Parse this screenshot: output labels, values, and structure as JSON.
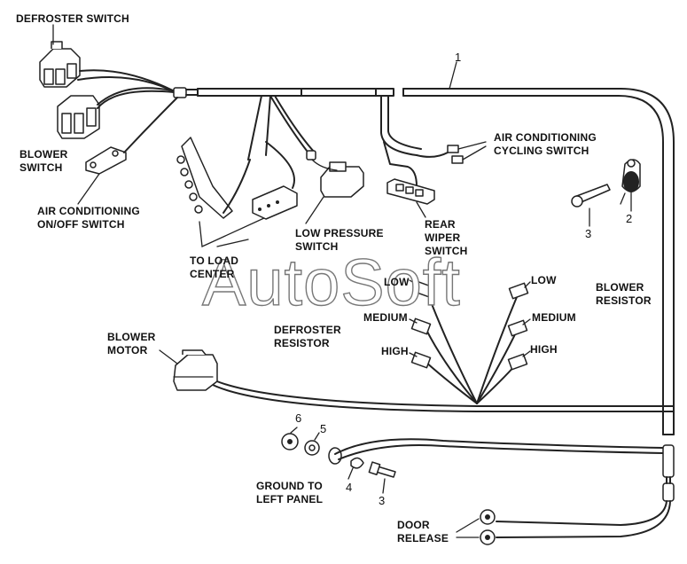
{
  "labels": {
    "defroster_switch": "DEFROSTER SWITCH",
    "blower_switch": "BLOWER\nSWITCH",
    "ac_onoff_switch": "AIR CONDITIONING\nON/OFF SWITCH",
    "to_load_center": "TO LOAD\nCENTER",
    "low_pressure_switch": "LOW PRESSURE\nSWITCH",
    "rear_wiper_switch": "REAR\nWIPER\nSWITCH",
    "ac_cycling_switch": "AIR CONDITIONING\nCYCLING SWITCH",
    "blower_resistor": "BLOWER\nRESISTOR",
    "defroster_resistor": "DEFROSTER\nRESISTOR",
    "blower_motor": "BLOWER\nMOTOR",
    "ground_to_left_panel": "GROUND TO\nLEFT PANEL",
    "door_release": "DOOR\nRELEASE",
    "left_low": "LOW",
    "left_medium": "MEDIUM",
    "left_high": "HIGH",
    "right_low": "LOW",
    "right_medium": "MEDIUM",
    "right_high": "HIGH"
  },
  "callouts": {
    "n1": "1",
    "n2": "2",
    "n3_screw": "3",
    "n3_bolt": "3",
    "n4": "4",
    "n5": "5",
    "n6": "6"
  },
  "watermark": "AutoSoft"
}
